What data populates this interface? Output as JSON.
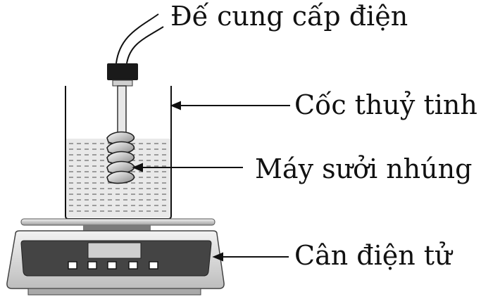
{
  "labels": {
    "power_supply": "Đế cung cấp điện",
    "glass_beaker": "Cốc thuỷ tinh",
    "immersion_heater": "Máy sưởi nhúng",
    "electronic_scale": "Cân điện tử"
  },
  "colors": {
    "ink": "#111111",
    "water": "#e9e9e9",
    "scale_body": "#d8d8d8",
    "display_panel": "#444444"
  }
}
